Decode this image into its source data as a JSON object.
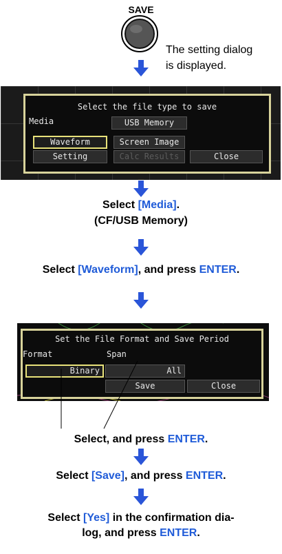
{
  "save_button": {
    "label": "SAVE"
  },
  "note": {
    "line1": "The setting dialog",
    "line2": "is displayed."
  },
  "dialog1": {
    "title": "Select the file type to save",
    "media_label": "Media",
    "media_value": "USB Memory",
    "waveform": "Waveform",
    "screen_image": "Screen Image",
    "setting": "Setting",
    "calc_results": "Calc Results",
    "close": "Close"
  },
  "step1": {
    "pre": "Select ",
    "link": "[Media]",
    "post": ".",
    "line2": "(CF/USB Memory)"
  },
  "step2": {
    "pre": "Select ",
    "link": "[Waveform]",
    "mid": ", and press ",
    "key": "ENTER",
    "post": "."
  },
  "dialog2": {
    "title": "Set the File Format and Save Period",
    "format_label": "Format",
    "span_label": "Span",
    "format_value": "Binary",
    "span_value": "All",
    "save": "Save",
    "close": "Close"
  },
  "step3": {
    "pre": "Select, and press ",
    "key": "ENTER",
    "post": "."
  },
  "step4": {
    "pre": "Select ",
    "link": "[Save]",
    "mid": ", and press ",
    "key": "ENTER",
    "post": "."
  },
  "step5": {
    "pre": "Select ",
    "link": "[Yes]",
    "mid": " in the confirmation dia-",
    "line2_pre": "log, and press ",
    "key": "ENTER",
    "post": "."
  },
  "colors": {
    "accent_blue": "#1f5bd8",
    "dialog_border": "#d8d39b",
    "selected_border": "#e8e27a"
  }
}
